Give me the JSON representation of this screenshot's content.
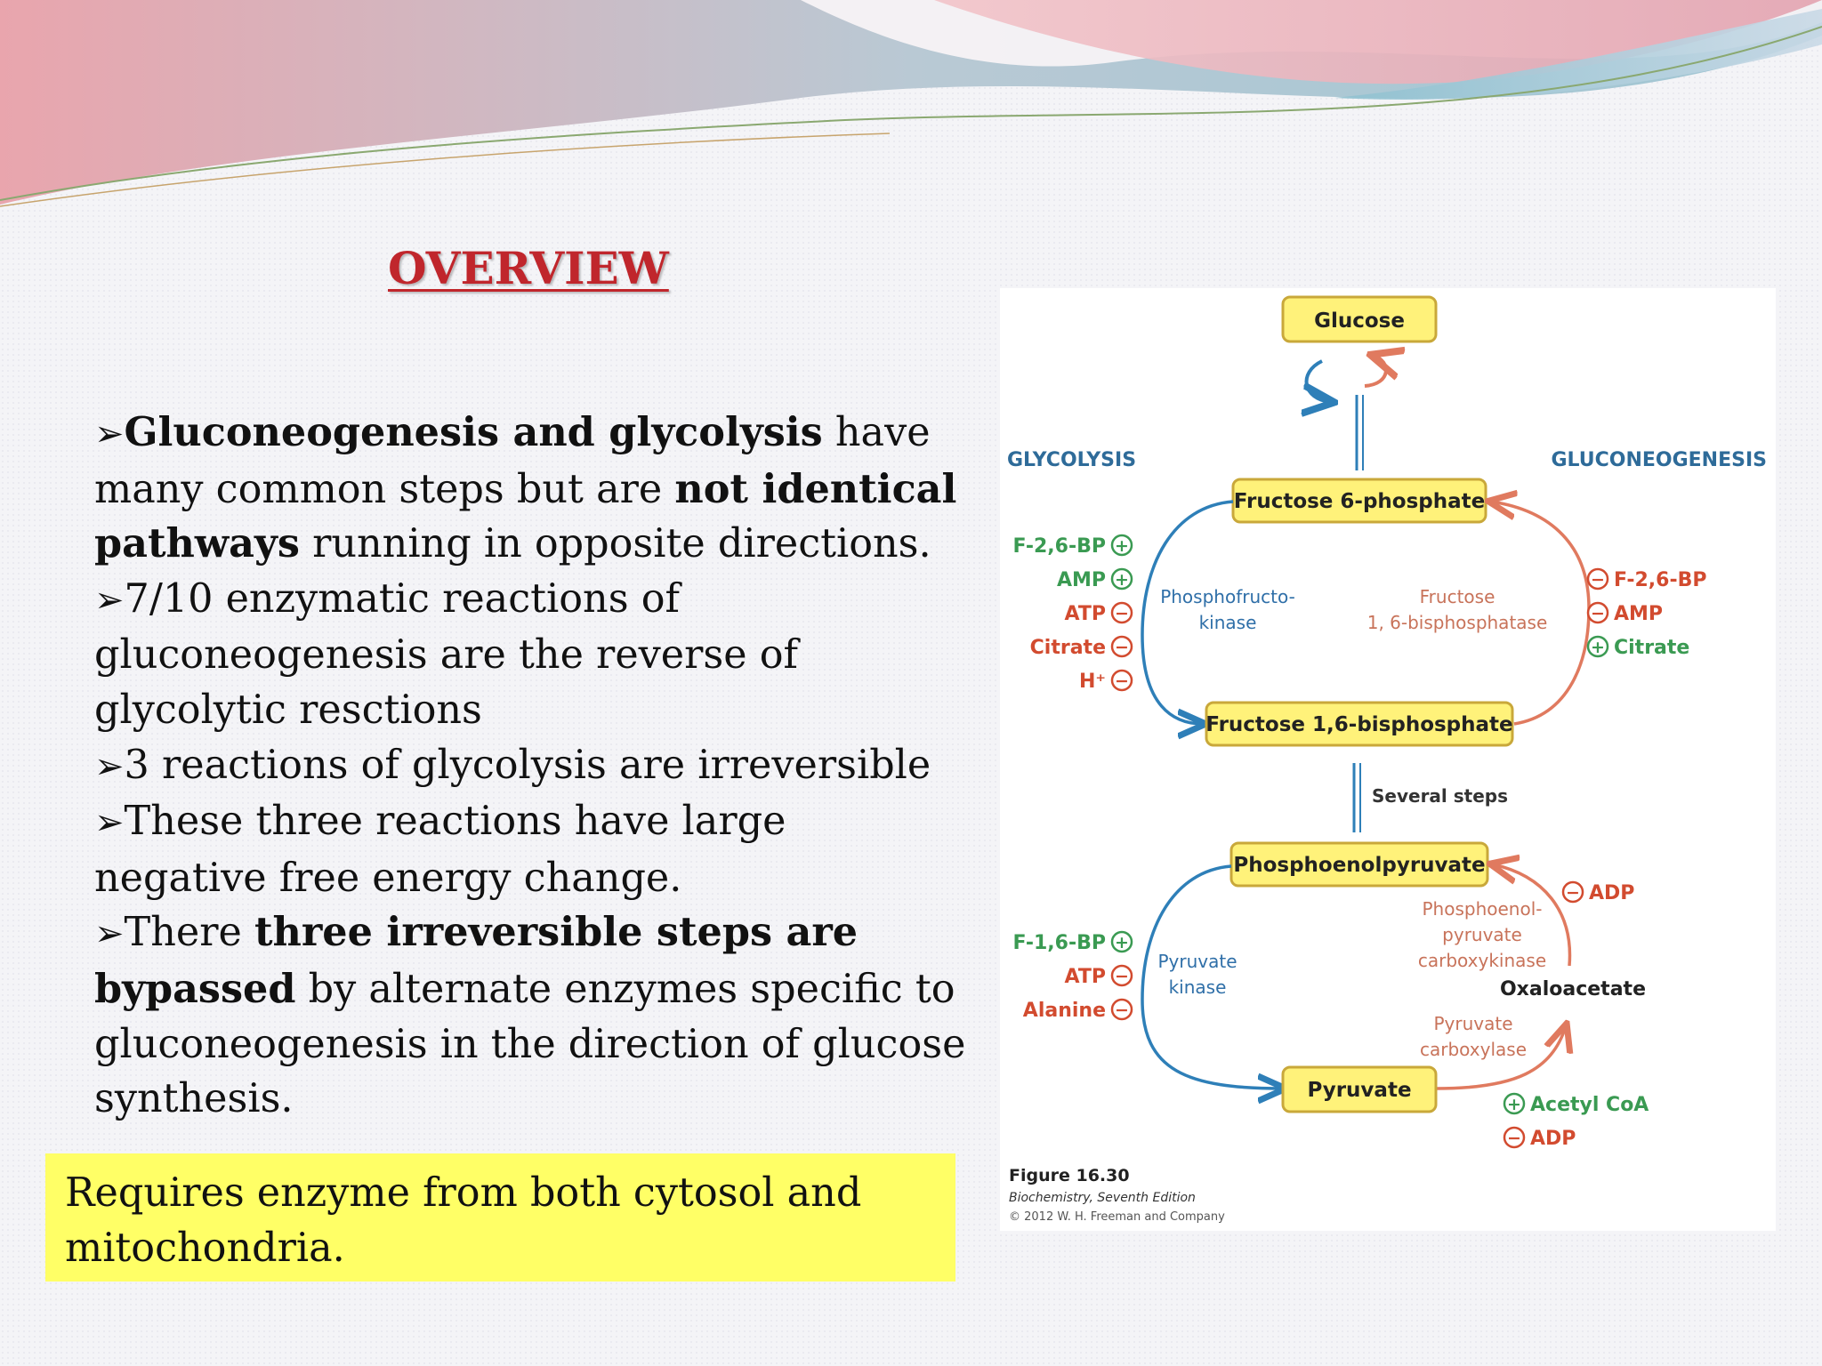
{
  "slide": {
    "title": "OVERVIEW",
    "bullets": [
      {
        "parts": [
          {
            "text": "Gluconeogenesis and glycolysis",
            "bold": true
          },
          {
            "text": " have many common steps but are ",
            "bold": false
          },
          {
            "text": "not identical pathways",
            "bold": true
          },
          {
            "text": " running in opposite directions.",
            "bold": false
          }
        ]
      },
      {
        "parts": [
          {
            "text": "7/10 enzymatic reactions of gluconeogenesis are the reverse of glycolytic resctions",
            "bold": false
          }
        ]
      },
      {
        "parts": [
          {
            "text": "3 reactions of glycolysis are irreversible",
            "bold": false
          }
        ]
      },
      {
        "parts": [
          {
            "text": "These three reactions have large negative free energy change.",
            "bold": false
          }
        ]
      },
      {
        "parts": [
          {
            "text": "There ",
            "bold": false
          },
          {
            "text": "three irreversible steps are bypassed",
            "bold": true
          },
          {
            "text": " by alternate enzymes specific to gluconeogenesis in the direction of glucose synthesis.",
            "bold": false
          }
        ]
      }
    ],
    "bullet_marker": "➢",
    "note": "Requires enzyme from both cytosol and mitochondria."
  },
  "figure": {
    "glycolysis_label": "GLYCOLYSIS",
    "gluconeogenesis_label": "GLUCONEOGENESIS",
    "nodes": {
      "glucose": "Glucose",
      "f6p": "Fructose 6-phosphate",
      "f16bp": "Fructose 1,6-bisphosphate",
      "pep": "Phosphoenolpyruvate",
      "pyruvate": "Pyruvate",
      "oxaloacetate": "Oxaloacetate"
    },
    "several_steps": "Several steps",
    "enzymes": {
      "pfk_line1": "Phosphofructo-",
      "pfk_line2": "kinase",
      "fbpase_line1": "Fructose",
      "fbpase_line2": "1, 6-bisphosphatase",
      "pk_line1": "Pyruvate",
      "pk_line2": "kinase",
      "pepck_line1": "Phosphoenol-",
      "pepck_line2": "pyruvate",
      "pepck_line3": "carboxykinase",
      "pc_line1": "Pyruvate",
      "pc_line2": "carboxylase"
    },
    "regulators": {
      "pfk": [
        {
          "name": "F-2,6-BP",
          "sign": "+"
        },
        {
          "name": "AMP",
          "sign": "+"
        },
        {
          "name": "ATP",
          "sign": "−"
        },
        {
          "name": "Citrate",
          "sign": "−"
        },
        {
          "name": "H⁺",
          "sign": "−"
        }
      ],
      "fbpase": [
        {
          "name": "F-2,6-BP",
          "sign": "−"
        },
        {
          "name": "AMP",
          "sign": "−"
        },
        {
          "name": "Citrate",
          "sign": "+"
        }
      ],
      "pk": [
        {
          "name": "F-1,6-BP",
          "sign": "+"
        },
        {
          "name": "ATP",
          "sign": "−"
        },
        {
          "name": "Alanine",
          "sign": "−"
        }
      ],
      "pepck": [
        {
          "name": "ADP",
          "sign": "−"
        }
      ],
      "pc": [
        {
          "name": "Acetyl CoA",
          "sign": "+"
        },
        {
          "name": "ADP",
          "sign": "−"
        }
      ]
    },
    "caption_title": "Figure 16.30",
    "caption_book": "Biochemistry, Seventh Edition",
    "caption_copyright": "© 2012 W. H. Freeman and Company",
    "colors": {
      "node_fill": "#fff27a",
      "node_stroke": "#c9a83a",
      "glycolysis": "#2e7fb8",
      "gluconeogenesis": "#e07a5f",
      "activator": "#3a9a52",
      "inhibitor": "#d24b2f",
      "enzyme_text": "#2f6fa8",
      "enzyme_text_gng": "#c8735a",
      "title_red": "#c0262c",
      "highlight": "#ffff66"
    }
  }
}
